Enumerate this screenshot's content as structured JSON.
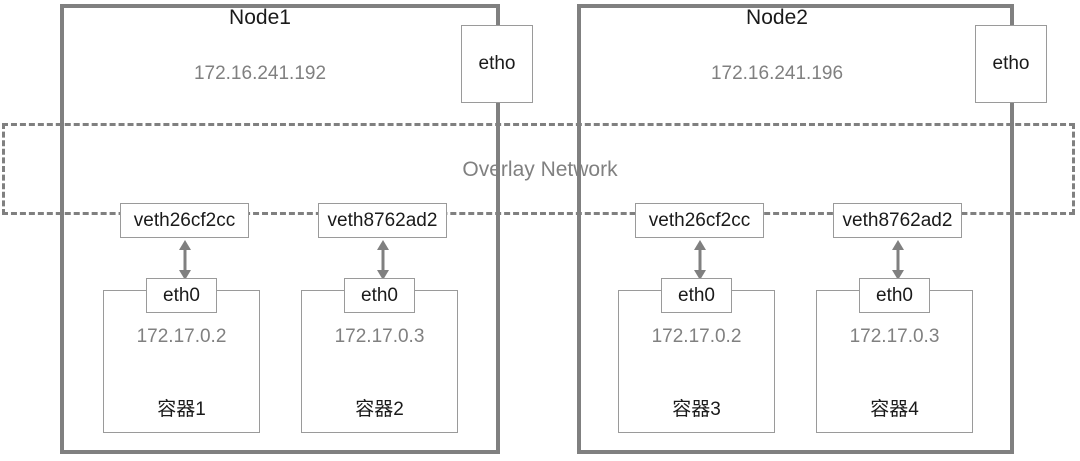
{
  "diagram": {
    "title_visible": false,
    "colors": {
      "node_border": "#808080",
      "overlay_dash": "#808080",
      "box_border": "#9a9a9a",
      "text_dark": "#1a1a1a",
      "text_gray": "#808080",
      "background": "#ffffff"
    },
    "overlay": {
      "label": "Overlay Network"
    },
    "nodes": [
      {
        "name": "Node1",
        "ip": "172.16.241.192",
        "nic_label": "etho",
        "veths": [
          {
            "label": "veth26cf2cc"
          },
          {
            "label": "veth8762ad2"
          }
        ],
        "containers": [
          {
            "iface": "eth0",
            "ip": "172.17.0.2",
            "name": "容器1"
          },
          {
            "iface": "eth0",
            "ip": "172.17.0.3",
            "name": "容器2"
          }
        ]
      },
      {
        "name": "Node2",
        "ip": "172.16.241.196",
        "nic_label": "etho",
        "veths": [
          {
            "label": "veth26cf2cc"
          },
          {
            "label": "veth8762ad2"
          }
        ],
        "containers": [
          {
            "iface": "eth0",
            "ip": "172.17.0.2",
            "name": "容器3"
          },
          {
            "iface": "eth0",
            "ip": "172.17.0.3",
            "name": "容器4"
          }
        ]
      }
    ]
  }
}
